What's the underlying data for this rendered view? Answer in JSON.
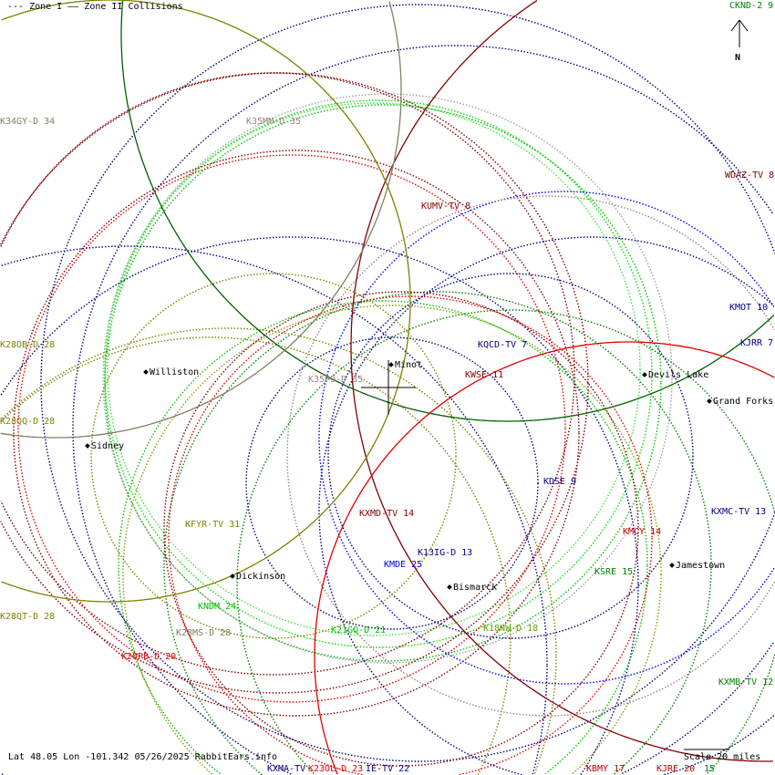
{
  "legend": {
    "zone1": "--- Zone I",
    "zone2": "—— Zone II Collisions"
  },
  "compass": {
    "label": "N"
  },
  "footer": {
    "location": "Lat 48.05 Lon -101.342 05/26/2025 RabbitEars.info",
    "scale": "Scale 20 miles"
  },
  "stations": [
    {
      "label": "CKND-2 9",
      "color": "#008000"
    },
    {
      "label": "K34GY-D 34",
      "color": "#808060"
    },
    {
      "label": "K35MM-D 35",
      "color": "#a08080"
    },
    {
      "label": "WDAZ-TV 8",
      "color": "#800000"
    },
    {
      "label": "KUMV-TV 8",
      "color": "#800000"
    },
    {
      "label": "KMOT 10",
      "color": "#000080"
    },
    {
      "label": "KJRR 7",
      "color": "#000080"
    },
    {
      "label": "K28OB-D 28",
      "color": "#808000"
    },
    {
      "label": "KQCD-TV 7",
      "color": "#000080"
    },
    {
      "label": "K35PO-D 35",
      "color": "#a08080"
    },
    {
      "label": "KWSE 11",
      "color": "#800000"
    },
    {
      "label": "K28QQ-D 28",
      "color": "#808000"
    },
    {
      "label": "KDSE 9",
      "color": "#000080"
    },
    {
      "label": "KXMD-TV 14",
      "color": "#800000"
    },
    {
      "label": "KXMC-TV 13",
      "color": "#000080"
    },
    {
      "label": "KFYR-TV 31",
      "color": "#808000"
    },
    {
      "label": "KMCY 14",
      "color": "#c00000"
    },
    {
      "label": "K13IG-D 13",
      "color": "#000080"
    },
    {
      "label": "KMDE 25",
      "color": "#0000ff"
    },
    {
      "label": "KSRE 15",
      "color": "#008000"
    },
    {
      "label": "KNDM 24",
      "color": "#00c000"
    },
    {
      "label": "K28QT-D 28",
      "color": "#808000"
    },
    {
      "label": "K28MS-D 28",
      "color": "#808060"
    },
    {
      "label": "K21GQ-D 21",
      "color": "#00c000"
    },
    {
      "label": "K18NW-D 18",
      "color": "#60a000"
    },
    {
      "label": "K20PB-D 20",
      "color": "#e00000"
    },
    {
      "label": "KXMB-TV 12",
      "color": "#008000"
    },
    {
      "label": "KXMA-TV",
      "color": "#000080"
    },
    {
      "label": "K23OL-D 23",
      "color": "#e00000"
    },
    {
      "label": "IE-TV 22",
      "color": "#000080"
    },
    {
      "label": "KBMY 17",
      "color": "#c00000"
    },
    {
      "label": "KJRE 20",
      "color": "#c00000"
    },
    {
      "label": "15",
      "color": "#008000"
    }
  ],
  "cities": [
    "Williston",
    "Minot",
    "Devils Lake",
    "Grand Forks",
    "Sidney",
    "Dickinson",
    "Bismarck",
    "Jamestown"
  ]
}
